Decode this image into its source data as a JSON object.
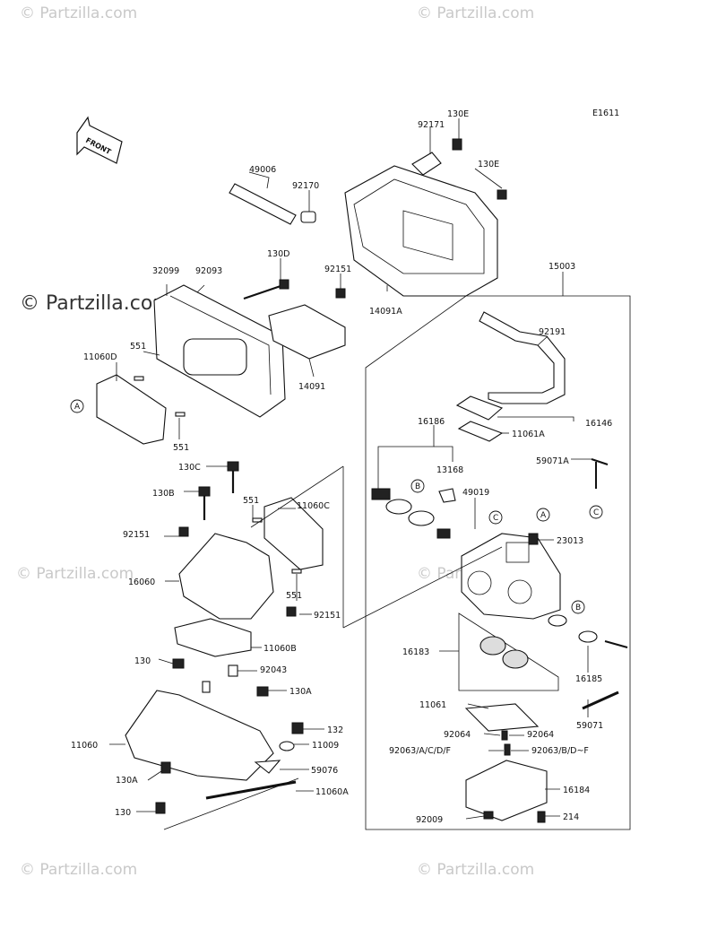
{
  "diagram": {
    "code": "E1611",
    "front_label": "FRONT",
    "labels": {
      "l92171": "92171",
      "l130E_a": "130E",
      "l130E_b": "130E",
      "l49006": "49006",
      "l92170": "92170",
      "l130D": "130D",
      "l32099": "32099",
      "l92093": "92093",
      "l92151_a": "92151",
      "l14091A": "14091A",
      "l15003": "15003",
      "l92191": "92191",
      "l11060D": "11060D",
      "l551_a": "551",
      "l551_b": "551",
      "l14091": "14091",
      "l16146": "16146",
      "l11061A": "11061A",
      "l16186": "16186",
      "l13168": "13168",
      "l59071A": "59071A",
      "l130C": "130C",
      "l130B": "130B",
      "l551_c": "551",
      "l11060C": "11060C",
      "l49019": "49019",
      "l92151_b": "92151",
      "l23013": "23013",
      "l16060": "16060",
      "l551_d": "551",
      "l92151_c": "92151",
      "l11060B": "11060B",
      "l16183": "16183",
      "l16185": "16185",
      "l130_a": "130",
      "l92043": "92043",
      "l130A_a": "130A",
      "l59071": "59071",
      "l11061": "11061",
      "l132": "132",
      "l11009": "11009",
      "l11060": "11060",
      "l92064_a": "92064",
      "l92064_b": "92064",
      "l92063_l": "92063/A/C/D/F",
      "l92063_r": "92063/B/D~F",
      "l59076": "59076",
      "l130A_b": "130A",
      "l11060A": "11060A",
      "l16184": "16184",
      "l130_b": "130",
      "l92009": "92009",
      "l214": "214"
    },
    "callouts": {
      "A": "A",
      "B": "B",
      "C": "C"
    },
    "watermarks": {
      "main": "© Partzilla.com",
      "repeat": "© Partzilla.com"
    }
  }
}
